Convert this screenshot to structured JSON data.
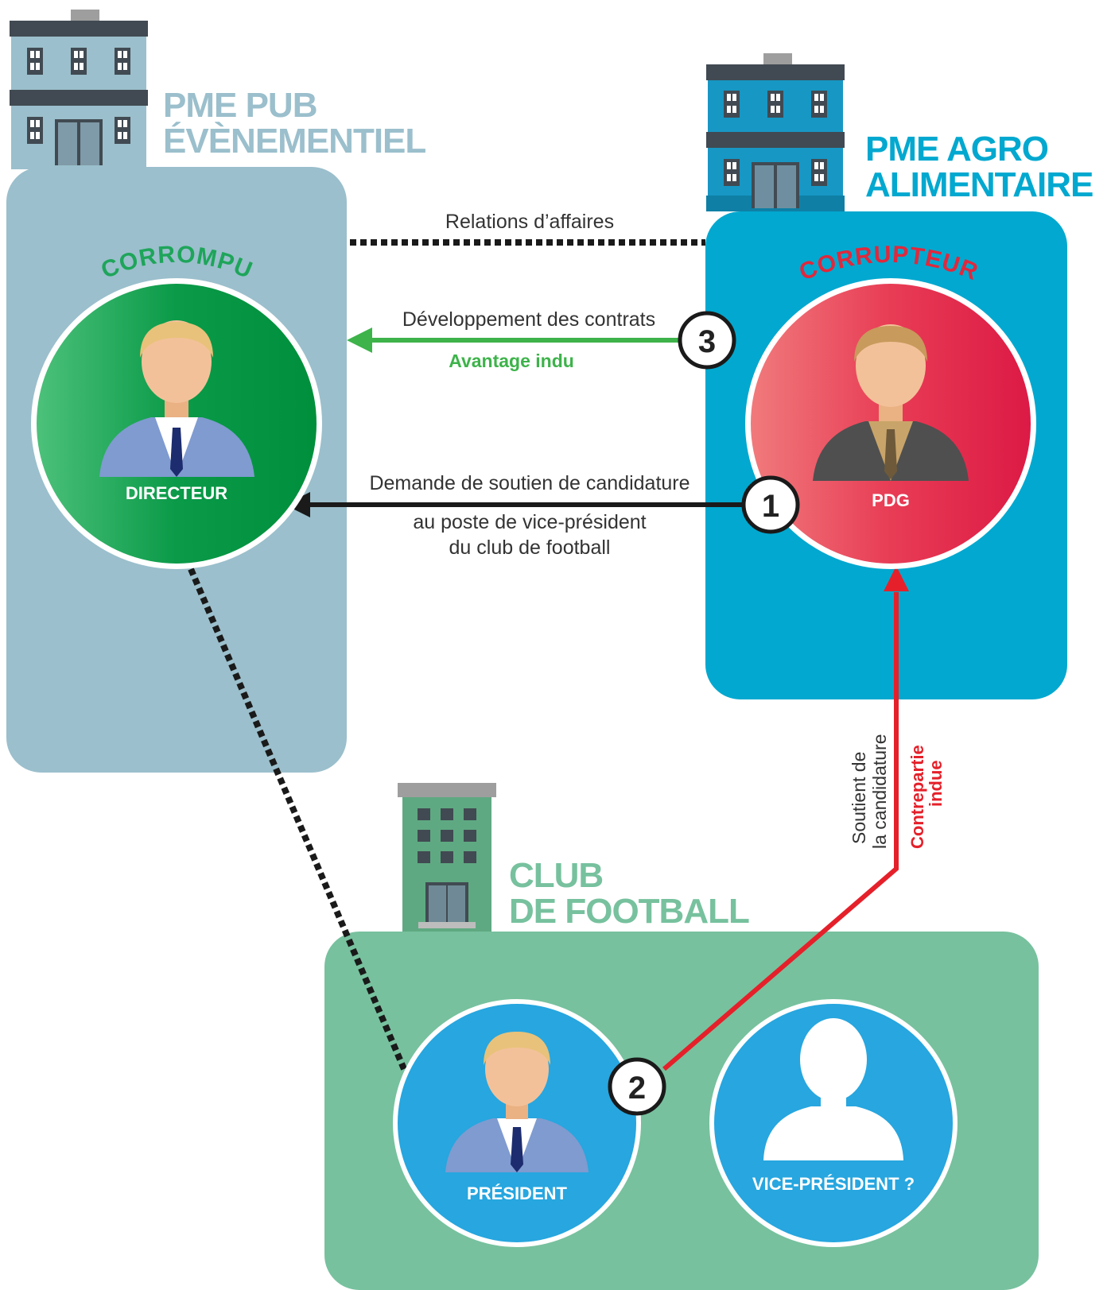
{
  "colors": {
    "pub_box": "#9bbfcc",
    "agro_box": "#02a8cf",
    "club_box": "#77c19e",
    "corrompu": "#1ea55a",
    "corrupteur": "#e0283c",
    "green_arrow": "#3db34a",
    "red_arrow": "#e5202a",
    "person_circle": "#27a6df"
  },
  "organizations": {
    "pub": {
      "line1": "PME PUB",
      "line2": "ÉVÈNEMENTIEL"
    },
    "agro": {
      "line1": "PME AGRO",
      "line2": "ALIMENTAIRE"
    },
    "club": {
      "line1": "CLUB",
      "line2": "DE FOOTBALL"
    }
  },
  "roles": {
    "corrompu": "CORROMPU",
    "corrupteur": "CORRUPTEUR"
  },
  "people": {
    "directeur": "DIRECTEUR",
    "pdg": "PDG",
    "president": "PRÉSIDENT",
    "vice_president": "VICE-PRÉSIDENT ?"
  },
  "relations": {
    "business": "Relations d’affaires",
    "step3_line1": "Développement des contrats",
    "step3_line2": "Avantage indu",
    "step1_line1": "Demande de soutien de candidature",
    "step1_line2": "au poste de vice-président",
    "step1_line3": "du club de football",
    "step2_line1": "Soutient de",
    "step2_line2": "la candidature",
    "step2_line3": "Contrepartie",
    "step2_line4": "indue"
  },
  "steps": {
    "one": "1",
    "two": "2",
    "three": "3"
  }
}
